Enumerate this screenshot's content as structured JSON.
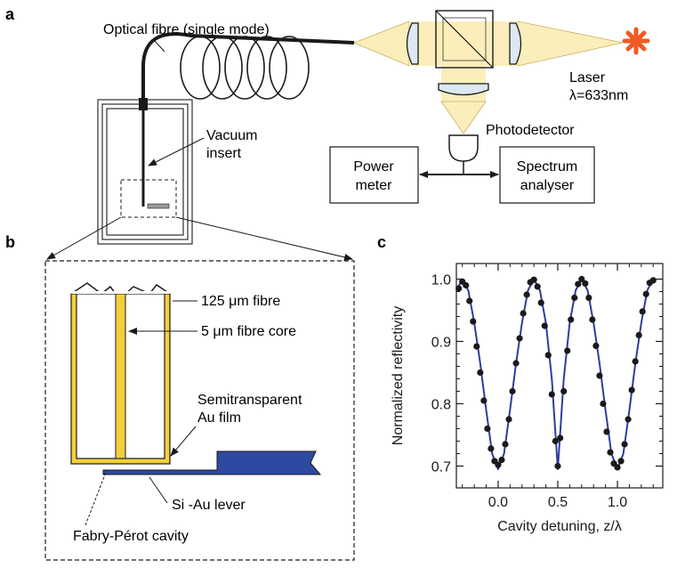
{
  "panels": {
    "a": "a",
    "b": "b",
    "c": "c"
  },
  "panel_a": {
    "fibre_label": "Optical fibre (single mode)",
    "vacuum_label_1": "Vacuum",
    "vacuum_label_2": "insert",
    "laser_label": "Laser",
    "wavelength_label": "λ=633nm",
    "photodetector_label": "Photodetector",
    "power_meter_1": "Power",
    "power_meter_2": "meter",
    "spectrum_1": "Spectrum",
    "spectrum_2": "analyser"
  },
  "panel_b": {
    "fibre_label": "125 μm fibre",
    "core_label": "5 μm fibre core",
    "film_label_1": "Semitransparent",
    "film_label_2": "Au film",
    "lever_label": "Si -Au lever",
    "cavity_label": "Fabry-Pérot cavity"
  },
  "colors": {
    "beam": "#fbeebb",
    "beam_edge": "#c9b25a",
    "lens": "#dce8f2",
    "laser": "#f05a22",
    "gold": "#f2cf3c",
    "lever": "#2e4aa0",
    "fit_line": "#2e3c9e",
    "data_points": "#1a1a1a"
  },
  "chart_data": {
    "type": "line",
    "title": "",
    "xlabel": "Cavity detuning, z/λ",
    "ylabel": "Normalized reflectivity",
    "xlim": [
      -0.35,
      1.38
    ],
    "ylim": [
      0.665,
      1.025
    ],
    "xticks": [
      0.0,
      0.5,
      1.0
    ],
    "xtick_labels": [
      "0.0",
      "0.5",
      "1.0"
    ],
    "yticks": [
      0.7,
      0.8,
      0.9,
      1.0
    ],
    "ytick_labels": [
      "0.7",
      "0.8",
      "0.9",
      "1.0"
    ],
    "grid": false,
    "series": [
      {
        "kind": "fit_line",
        "x": [
          -0.35,
          -0.3,
          -0.25,
          -0.2,
          -0.15,
          -0.1,
          -0.05,
          0.0,
          0.05,
          0.1,
          0.15,
          0.2,
          0.25,
          0.3,
          0.35,
          0.4,
          0.45,
          0.5,
          0.55,
          0.6,
          0.65,
          0.7,
          0.75,
          0.8,
          0.85,
          0.9,
          0.95,
          1.0,
          1.05,
          1.1,
          1.15,
          1.2,
          1.25,
          1.3
        ],
        "y": [
          0.982,
          1.0,
          0.982,
          0.93,
          0.865,
          0.79,
          0.72,
          0.695,
          0.72,
          0.79,
          0.865,
          0.93,
          0.982,
          1.0,
          0.982,
          0.93,
          0.84,
          0.695,
          0.84,
          0.93,
          0.982,
          1.0,
          0.982,
          0.93,
          0.865,
          0.79,
          0.72,
          0.695,
          0.72,
          0.79,
          0.865,
          0.93,
          0.982,
          1.0
        ]
      },
      {
        "kind": "data_points",
        "x": [
          -0.33,
          -0.3,
          -0.27,
          -0.24,
          -0.21,
          -0.18,
          -0.15,
          -0.12,
          -0.09,
          -0.06,
          -0.03,
          0.0,
          0.03,
          0.06,
          0.09,
          0.12,
          0.15,
          0.18,
          0.21,
          0.24,
          0.27,
          0.3,
          0.33,
          0.36,
          0.39,
          0.42,
          0.45,
          0.48,
          0.5,
          0.52,
          0.55,
          0.58,
          0.61,
          0.64,
          0.67,
          0.7,
          0.73,
          0.76,
          0.79,
          0.82,
          0.85,
          0.88,
          0.91,
          0.94,
          0.97,
          1.0,
          1.03,
          1.06,
          1.09,
          1.12,
          1.15,
          1.18,
          1.21,
          1.24,
          1.27,
          1.3
        ],
        "y": [
          0.985,
          0.996,
          0.99,
          0.965,
          0.932,
          0.892,
          0.85,
          0.805,
          0.76,
          0.728,
          0.708,
          0.702,
          0.71,
          0.735,
          0.775,
          0.82,
          0.865,
          0.905,
          0.945,
          0.975,
          0.995,
          0.999,
          0.988,
          0.962,
          0.925,
          0.878,
          0.815,
          0.74,
          0.7,
          0.745,
          0.82,
          0.885,
          0.935,
          0.97,
          0.992,
          1.0,
          0.993,
          0.97,
          0.935,
          0.893,
          0.845,
          0.8,
          0.755,
          0.722,
          0.704,
          0.698,
          0.708,
          0.735,
          0.775,
          0.822,
          0.868,
          0.91,
          0.948,
          0.976,
          0.994,
          0.998
        ]
      }
    ]
  }
}
